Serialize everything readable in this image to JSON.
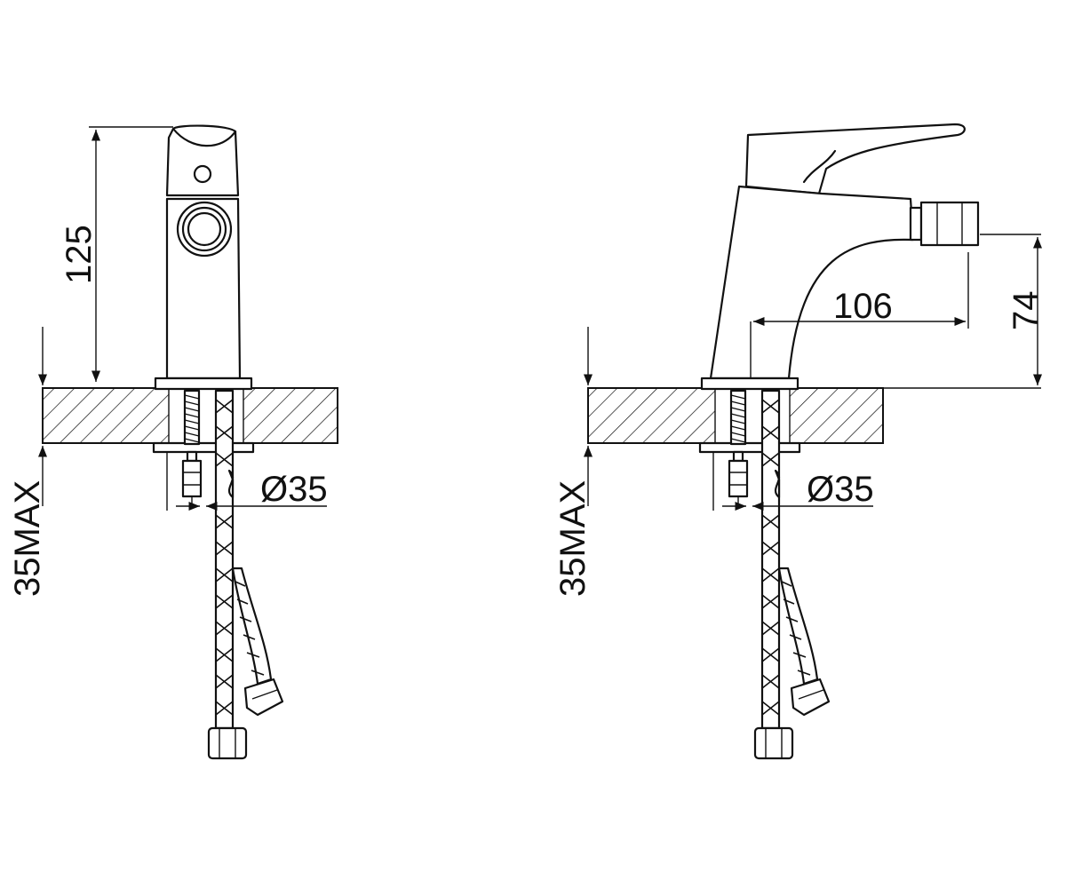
{
  "dimensions": {
    "height_125": "125",
    "spout_reach_106": "106",
    "outlet_height_74": "74",
    "hole_diameter_left": "Ø35",
    "hole_diameter_right": "Ø35",
    "max_deck_left": "35MAX",
    "max_deck_right": "35MAX"
  },
  "colors": {
    "line": "#111111",
    "background": "#ffffff"
  }
}
